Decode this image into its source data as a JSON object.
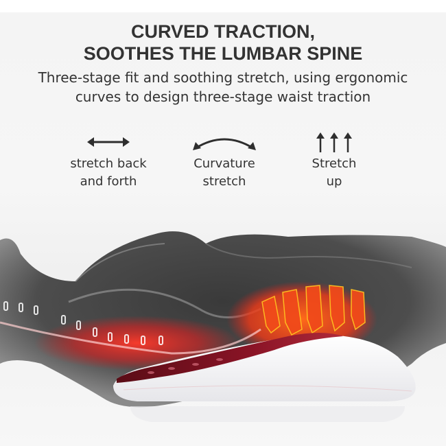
{
  "headline": {
    "line1": "CURVED TRACTION,",
    "line2": "SOOTHES THE LUMBAR SPINE"
  },
  "subtitle": {
    "line1": "Three-stage fit and soothing stretch, using ergonomic",
    "line2": "curves to design three-stage waist traction"
  },
  "features": [
    {
      "icon": "double-arrow-horizontal-icon",
      "line1": "stretch back",
      "line2": "and forth"
    },
    {
      "icon": "curved-double-arrow-icon",
      "line1": "Curvature",
      "line2": "stretch"
    },
    {
      "icon": "triple-up-arrow-icon",
      "line1": "Stretch",
      "line2": "up"
    }
  ],
  "illustration": {
    "description": "X-ray style human torso lying on a lumbar traction device with glowing red/orange lumbar vertebrae",
    "colors": {
      "body": "#4a4a4a",
      "spine_glow": "#e8281e",
      "vertebrae_highlight": "#f5b21a",
      "device_shell": "#f2f2f4",
      "device_top": "#7a1020"
    }
  }
}
